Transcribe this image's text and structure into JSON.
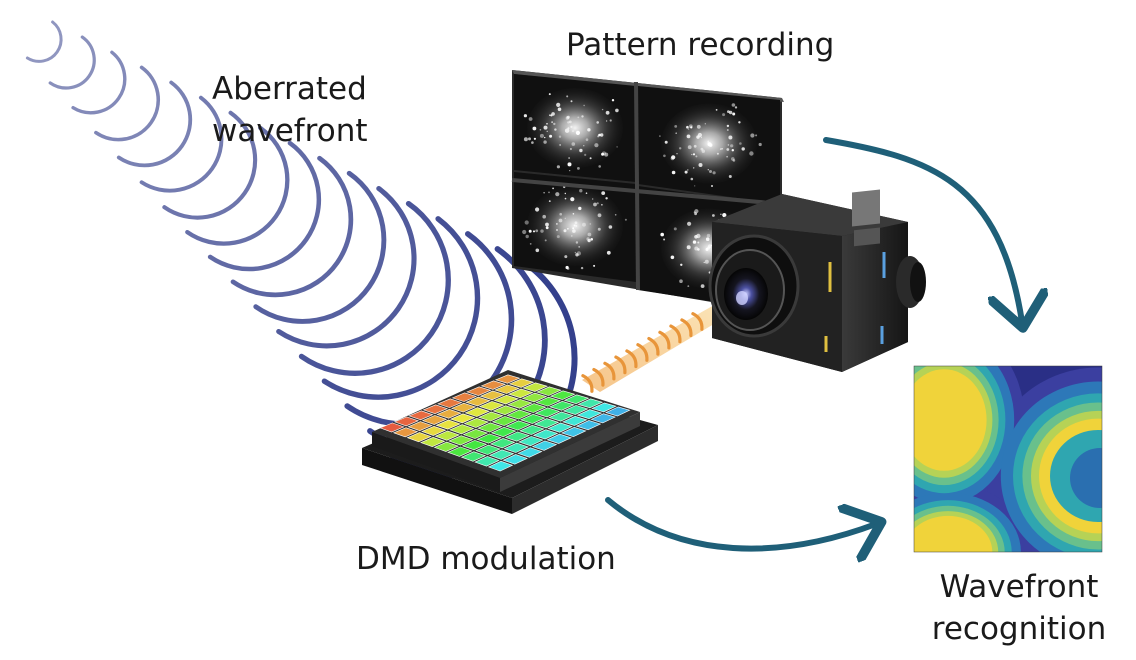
{
  "labels": {
    "aberrated": [
      "Aberrated",
      "wavefront"
    ],
    "pattern": "Pattern recording",
    "dmd": "DMD modulation",
    "recognition": [
      "Wavefront",
      "recognition"
    ]
  },
  "colors": {
    "wave": "#34408c",
    "arrow": "#1f5f78",
    "beam": "#e8953a",
    "camera_body": "#1b1b1b",
    "camera_face": "#2b2b2b",
    "monitor": "#2d2d2d",
    "dmd_base": "#262626",
    "phase_low": "#33308a",
    "phase_mid": "#2fa6b0",
    "phase_high": "#f0d33a"
  },
  "icons": {
    "wavefront": "aberrated-wavefront-arcs-icon",
    "monitor": "speckle-monitor-icon",
    "camera": "camera-icon",
    "dmd": "dmd-chip-icon",
    "phase_map": "phase-map-icon",
    "arrows": [
      "arrow-monitor-to-map-icon",
      "arrow-dmd-to-map-icon"
    ]
  }
}
